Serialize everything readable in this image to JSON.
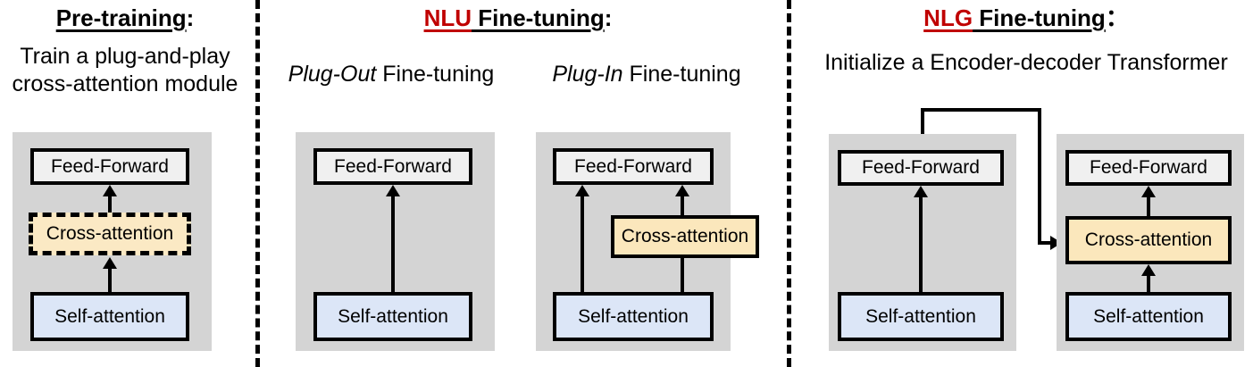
{
  "figure": {
    "type": "diagram",
    "description": "Three-stage schematic of a plug-and-play cross-attention module: pre-training, NLU fine-tuning (plug-out and plug-in variants), and NLG fine-tuning (encoder-decoder)."
  },
  "colors": {
    "panel_gray": "#D4D4D4",
    "feed_forward_fill": "#F0F0F0",
    "self_attention_fill": "#DCE6F7",
    "cross_attention_fill": "#FBE7BC",
    "accent_red": "#C00000",
    "stroke_black": "#000000"
  },
  "sections": [
    {
      "id": "pretraining",
      "title_plain": "Pre-training:",
      "title_parts": {
        "accent": "",
        "rest": "Pre-training",
        "colon": ":"
      },
      "subtitle_line1": "Train a plug-and-play",
      "subtitle_line2": "cross-attention module",
      "diagrams": [
        {
          "id": "pretrain-module",
          "blocks": [
            {
              "name": "feed-forward",
              "label": "Feed-Forward",
              "style": "ff"
            },
            {
              "name": "cross-attention",
              "label": "Cross-attention",
              "style": "ca-dashed"
            },
            {
              "name": "self-attention",
              "label": "Self-attention",
              "style": "sa"
            }
          ],
          "edges": [
            {
              "from": "self-attention",
              "to": "cross-attention",
              "kind": "arrow-up"
            },
            {
              "from": "cross-attention",
              "to": "feed-forward",
              "kind": "arrow-up"
            }
          ]
        }
      ]
    },
    {
      "id": "nlu",
      "title_plain": "NLU Fine-tuning:",
      "title_parts": {
        "accent": "NLU",
        "rest": " Fine-tuning",
        "colon": ":"
      },
      "diagrams": [
        {
          "id": "plug-out",
          "caption_italic": "Plug-Out",
          "caption_rest": " Fine-tuning",
          "blocks": [
            {
              "name": "feed-forward",
              "label": "Feed-Forward",
              "style": "ff"
            },
            {
              "name": "self-attention",
              "label": "Self-attention",
              "style": "sa"
            }
          ],
          "edges": [
            {
              "from": "self-attention",
              "to": "feed-forward",
              "kind": "arrow-up"
            }
          ]
        },
        {
          "id": "plug-in",
          "caption_italic": "Plug-In",
          "caption_rest": " Fine-tuning",
          "blocks": [
            {
              "name": "feed-forward",
              "label": "Feed-Forward",
              "style": "ff"
            },
            {
              "name": "cross-attention",
              "label": "Cross-attention",
              "style": "ca"
            },
            {
              "name": "self-attention",
              "label": "Self-attention",
              "style": "sa"
            }
          ],
          "edges": [
            {
              "from": "self-attention",
              "to": "feed-forward",
              "kind": "arrow-up"
            },
            {
              "from": "self-attention",
              "to": "cross-attention",
              "kind": "line-up"
            },
            {
              "from": "cross-attention",
              "to": "feed-forward",
              "kind": "arrow-up"
            }
          ]
        }
      ]
    },
    {
      "id": "nlg",
      "title_plain": "NLG Fine-tuning：",
      "title_parts": {
        "accent": "NLG",
        "rest": " Fine-tuning",
        "colon": "："
      },
      "subtitle_line1": "Initialize a Encoder-decoder Transformer",
      "diagrams": [
        {
          "id": "encoder",
          "blocks": [
            {
              "name": "feed-forward",
              "label": "Feed-Forward",
              "style": "ff"
            },
            {
              "name": "self-attention",
              "label": "Self-attention",
              "style": "sa"
            }
          ],
          "edges": [
            {
              "from": "self-attention",
              "to": "feed-forward",
              "kind": "arrow-up"
            }
          ]
        },
        {
          "id": "decoder",
          "blocks": [
            {
              "name": "feed-forward",
              "label": "Feed-Forward",
              "style": "ff"
            },
            {
              "name": "cross-attention",
              "label": "Cross-attention",
              "style": "ca"
            },
            {
              "name": "self-attention",
              "label": "Self-attention",
              "style": "sa"
            }
          ],
          "edges": [
            {
              "from": "self-attention",
              "to": "cross-attention",
              "kind": "arrow-up"
            },
            {
              "from": "cross-attention",
              "to": "feed-forward",
              "kind": "arrow-up"
            },
            {
              "from": "encoder.feed-forward",
              "to": "decoder.cross-attention",
              "kind": "elbow-arrow-right"
            }
          ]
        }
      ]
    }
  ]
}
